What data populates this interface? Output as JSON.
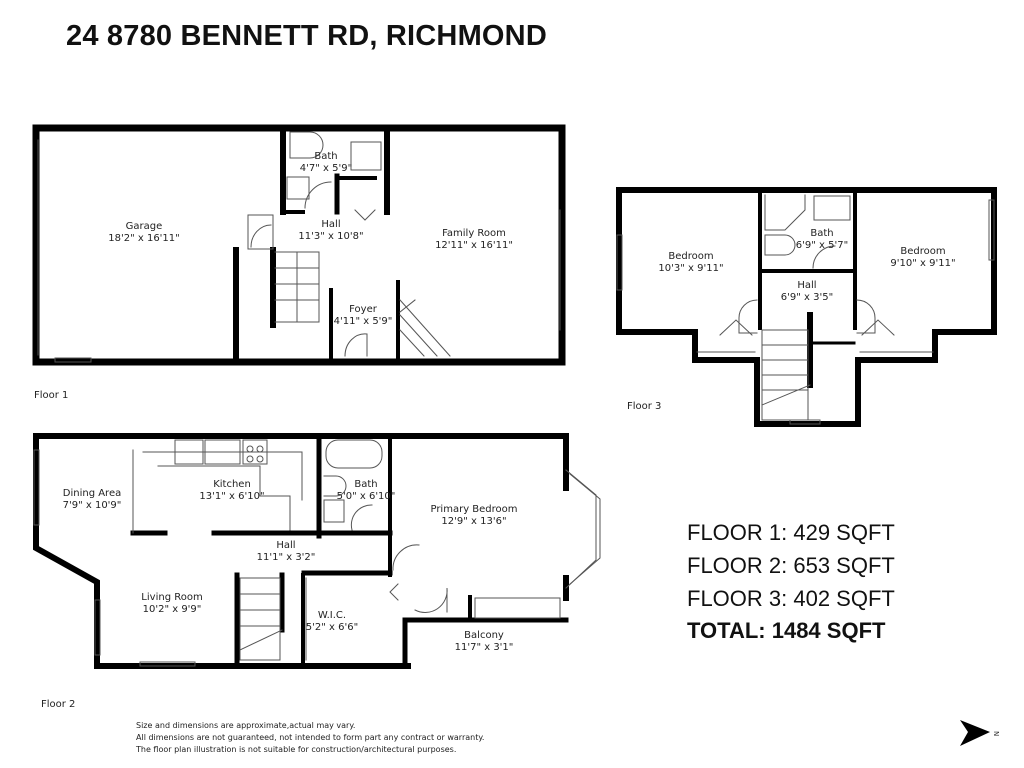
{
  "header": {
    "title": "24 8780 BENNETT RD, RICHMOND"
  },
  "floors": [
    {
      "label": "Floor 1",
      "rooms": [
        {
          "name": "Garage",
          "dims": "18'2\" x 16'11\""
        },
        {
          "name": "Bath",
          "dims": "4'7\" x 5'9\""
        },
        {
          "name": "Hall",
          "dims": "11'3\" x 10'8\""
        },
        {
          "name": "Family Room",
          "dims": "12'11\" x 16'11\""
        },
        {
          "name": "Foyer",
          "dims": "4'11\" x 5'9\""
        }
      ]
    },
    {
      "label": "Floor 2",
      "rooms": [
        {
          "name": "Dining Area",
          "dims": "7'9\" x 10'9\""
        },
        {
          "name": "Kitchen",
          "dims": "13'1\" x 6'10\""
        },
        {
          "name": "Bath",
          "dims": "5'0\" x 6'10\""
        },
        {
          "name": "Primary Bedroom",
          "dims": "12'9\" x 13'6\""
        },
        {
          "name": "Hall",
          "dims": "11'1\" x 3'2\""
        },
        {
          "name": "Living Room",
          "dims": "10'2\" x 9'9\""
        },
        {
          "name": "W.I.C.",
          "dims": "5'2\" x 6'6\""
        },
        {
          "name": "Balcony",
          "dims": "11'7\" x 3'1\""
        }
      ]
    },
    {
      "label": "Floor 3",
      "rooms": [
        {
          "name": "Bedroom",
          "dims": "10'3\" x 9'11\""
        },
        {
          "name": "Bath",
          "dims": "6'9\" x 5'7\""
        },
        {
          "name": "Bedroom",
          "dims": "9'10\" x 9'11\""
        },
        {
          "name": "Hall",
          "dims": "6'9\" x 3'5\""
        }
      ]
    }
  ],
  "area_summary": {
    "floor1": "FLOOR 1: 429 SQFT",
    "floor2": "FLOOR 2: 653 SQFT",
    "floor3": "FLOOR 3: 402 SQFT",
    "total": "TOTAL: 1484 SQFT"
  },
  "disclaimer": [
    "Size and dimensions are approximate,actual may vary.",
    "All dimensions are not guaranteed, not intended to form part any contract or warranty.",
    "The floor plan illustration is not suitable for construction/architectural purposes."
  ],
  "compass": {
    "icon": "north-arrow-icon",
    "label": "N"
  },
  "colors": {
    "wall": "#000000",
    "fixture": "#555555",
    "background": "#ffffff"
  }
}
